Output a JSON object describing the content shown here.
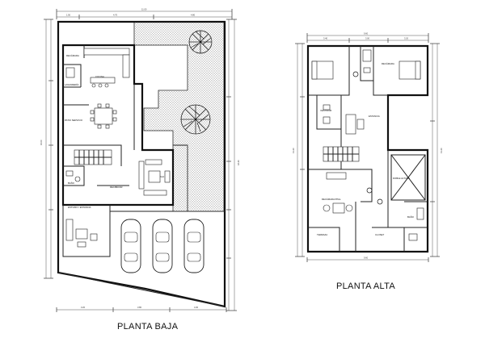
{
  "plans": {
    "ground": {
      "title": "PLANTA BAJA",
      "rooms": {
        "recamara": "RECÁMARA",
        "cocina": "COCINA",
        "lavanderia": "LAVANDERÍA",
        "comedor": "COMEDOR",
        "patio": "PATIO SERVICIO",
        "sala": "SALA",
        "recibidor": "RECIBIDOR",
        "baño": "BAÑO",
        "estudio": "ESTUDIO / ESTANCIA"
      }
    },
    "upper": {
      "title": "PLANTA ALTA",
      "rooms": {
        "rec1": "RECÁMARA",
        "rec2": "RECÁMARA",
        "vestidor": "VESTIDOR",
        "estancia": "ESTANCIA",
        "principal": "RECÁMARA PPAL.",
        "doble": "DOBLE ALTURA",
        "terraza": "TERRAZA",
        "baño": "BAÑO",
        "closet": "CLOSET"
      }
    }
  },
  "dimensions": {
    "ground_top_total": "11.00",
    "ground_top_a": "1.50",
    "ground_top_b": "4.70",
    "ground_top_c": "4.80",
    "ground_left_total": "16.00",
    "ground_right_total": "18.40",
    "ground_bottom_a": "3.20",
    "ground_bottom_b": "3.80",
    "ground_bottom_c": "4.00",
    "upper_top_total": "9.60",
    "upper_top_a": "3.40",
    "upper_top_b": "3.00",
    "upper_top_c": "3.20",
    "upper_left_total": "13.20",
    "upper_right_total": "13.20",
    "upper_bottom": "9.60"
  }
}
